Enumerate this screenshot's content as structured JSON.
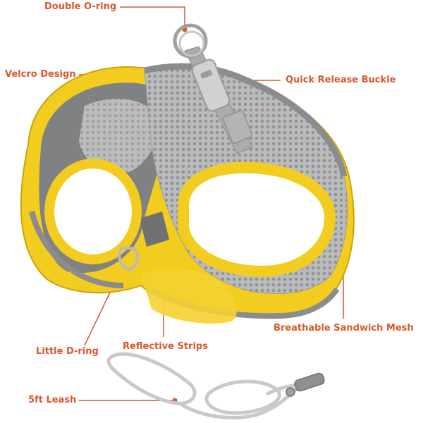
{
  "callouts": {
    "double_o_ring": "Double O-ring",
    "velcro_design": "Velcro Design",
    "quick_release_buckle": "Quick Release Buckle",
    "breathable_mesh": "Breathable Sandwich Mesh",
    "little_d_ring": "Little D-ring",
    "reflective_strips": "Reflective Strips",
    "leash": "5ft Leash"
  },
  "colors": {
    "callout_text": "#d8582f",
    "callout_line": "#d8582f",
    "harness_trim": "#f2cc1e",
    "mesh": "#b7b9bb",
    "inner_lining": "#7f8183",
    "reflective_strip": "#8a8c8e",
    "leash": "#c9c9c9"
  }
}
